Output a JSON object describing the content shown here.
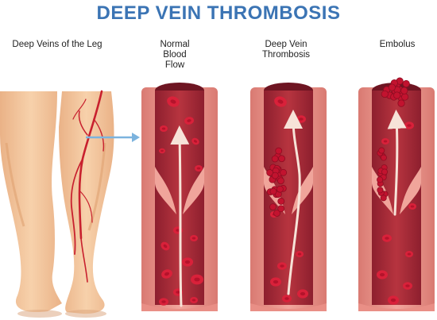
{
  "title": "DEEP VEIN THROMBOSIS",
  "panels": {
    "legs": {
      "label": "Deep Veins of the Leg"
    },
    "normal": {
      "label": "Normal\nBlood\nFlow"
    },
    "dvt": {
      "label": "Deep Vein\nThrombosis"
    },
    "embolus": {
      "label": "Embolus"
    }
  },
  "colors": {
    "title": "#3b74b4",
    "skin": "#f4c9a0",
    "skin_shade": "#e8ad7e",
    "vein_wall": "#e98f86",
    "vein_wall_dark": "#d4726a",
    "lumen": "#a62737",
    "cell": "#d9213a",
    "clot": "#c2132f",
    "arrow": "#7cb3de",
    "flow_arrow": "#f7e3d8",
    "leg_vein": "#c8202e"
  }
}
